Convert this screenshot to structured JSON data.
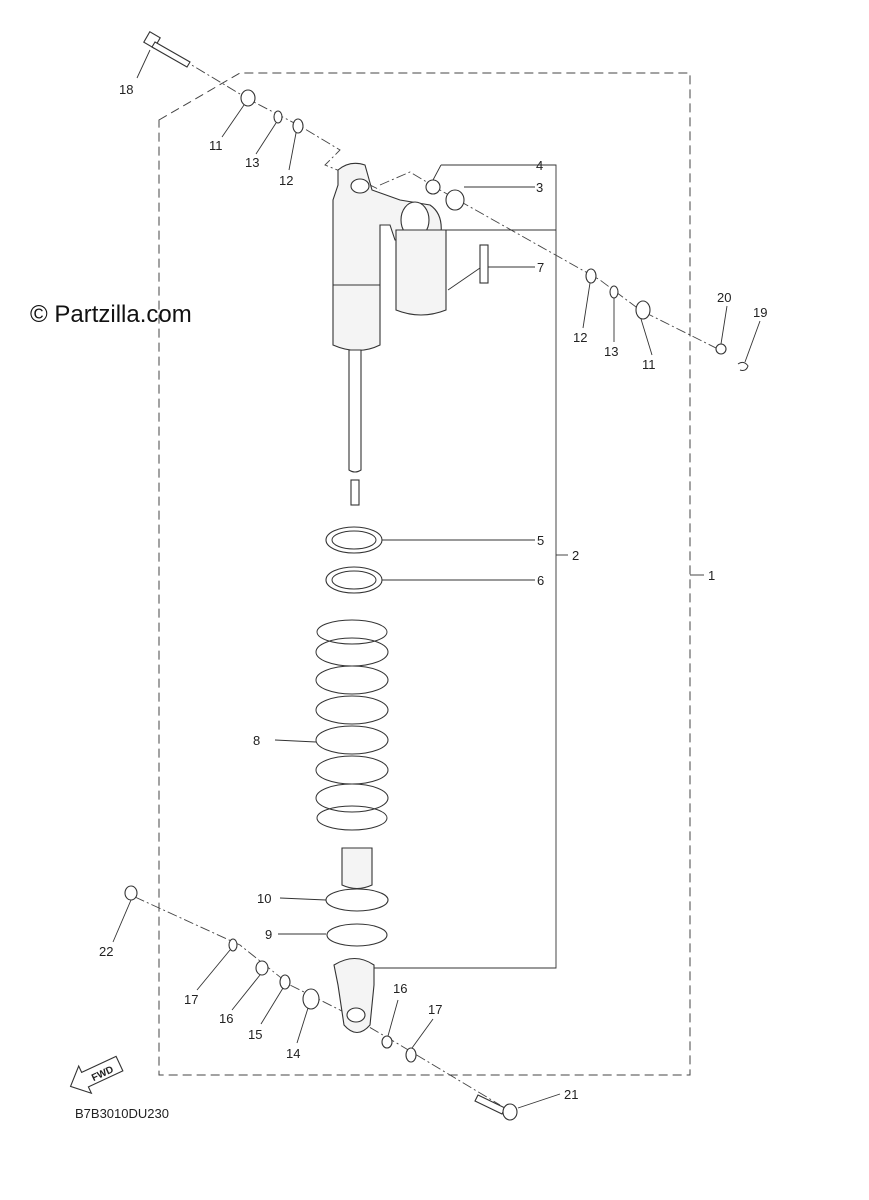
{
  "watermark": "© Partzilla.com",
  "diagram_code": "B7B3010DU230",
  "fwd_badge": "FWD",
  "callouts": [
    "1",
    "2",
    "3",
    "4",
    "5",
    "6",
    "7",
    "8",
    "9",
    "10",
    "11",
    "11",
    "12",
    "12",
    "13",
    "13",
    "14",
    "15",
    "16",
    "16",
    "17",
    "17",
    "18",
    "19",
    "20",
    "21",
    "22"
  ]
}
